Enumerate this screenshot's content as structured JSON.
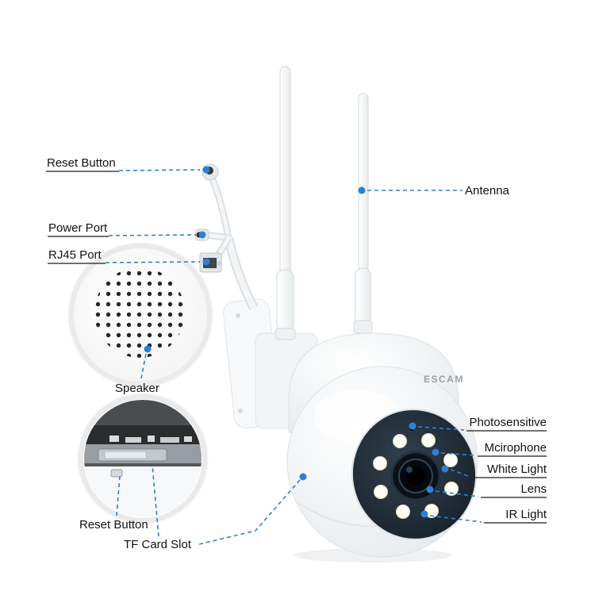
{
  "brand": "ESCAM",
  "colors": {
    "leader_line": "#2f7fd6",
    "marker_dot": "#2f7fd6",
    "underline": "#1a1a1a",
    "label_text": "#111111",
    "camera_face": "#1d2733"
  },
  "labels": [
    {
      "id": "reset-button-top",
      "text": "Reset Button"
    },
    {
      "id": "power-port",
      "text": "Power Port"
    },
    {
      "id": "rj45-port",
      "text": "RJ45 Port"
    },
    {
      "id": "antenna",
      "text": "Antenna"
    },
    {
      "id": "speaker",
      "text": "Speaker"
    },
    {
      "id": "photosensitive",
      "text": "Photosensitive"
    },
    {
      "id": "microphone",
      "text": "Mcirophone"
    },
    {
      "id": "white-light",
      "text": "White Light"
    },
    {
      "id": "lens",
      "text": "Lens"
    },
    {
      "id": "ir-light",
      "text": "IR Light"
    },
    {
      "id": "reset-button-bottom",
      "text": "Reset Button"
    },
    {
      "id": "tf-card-slot",
      "text": "TF Card Slot"
    }
  ]
}
